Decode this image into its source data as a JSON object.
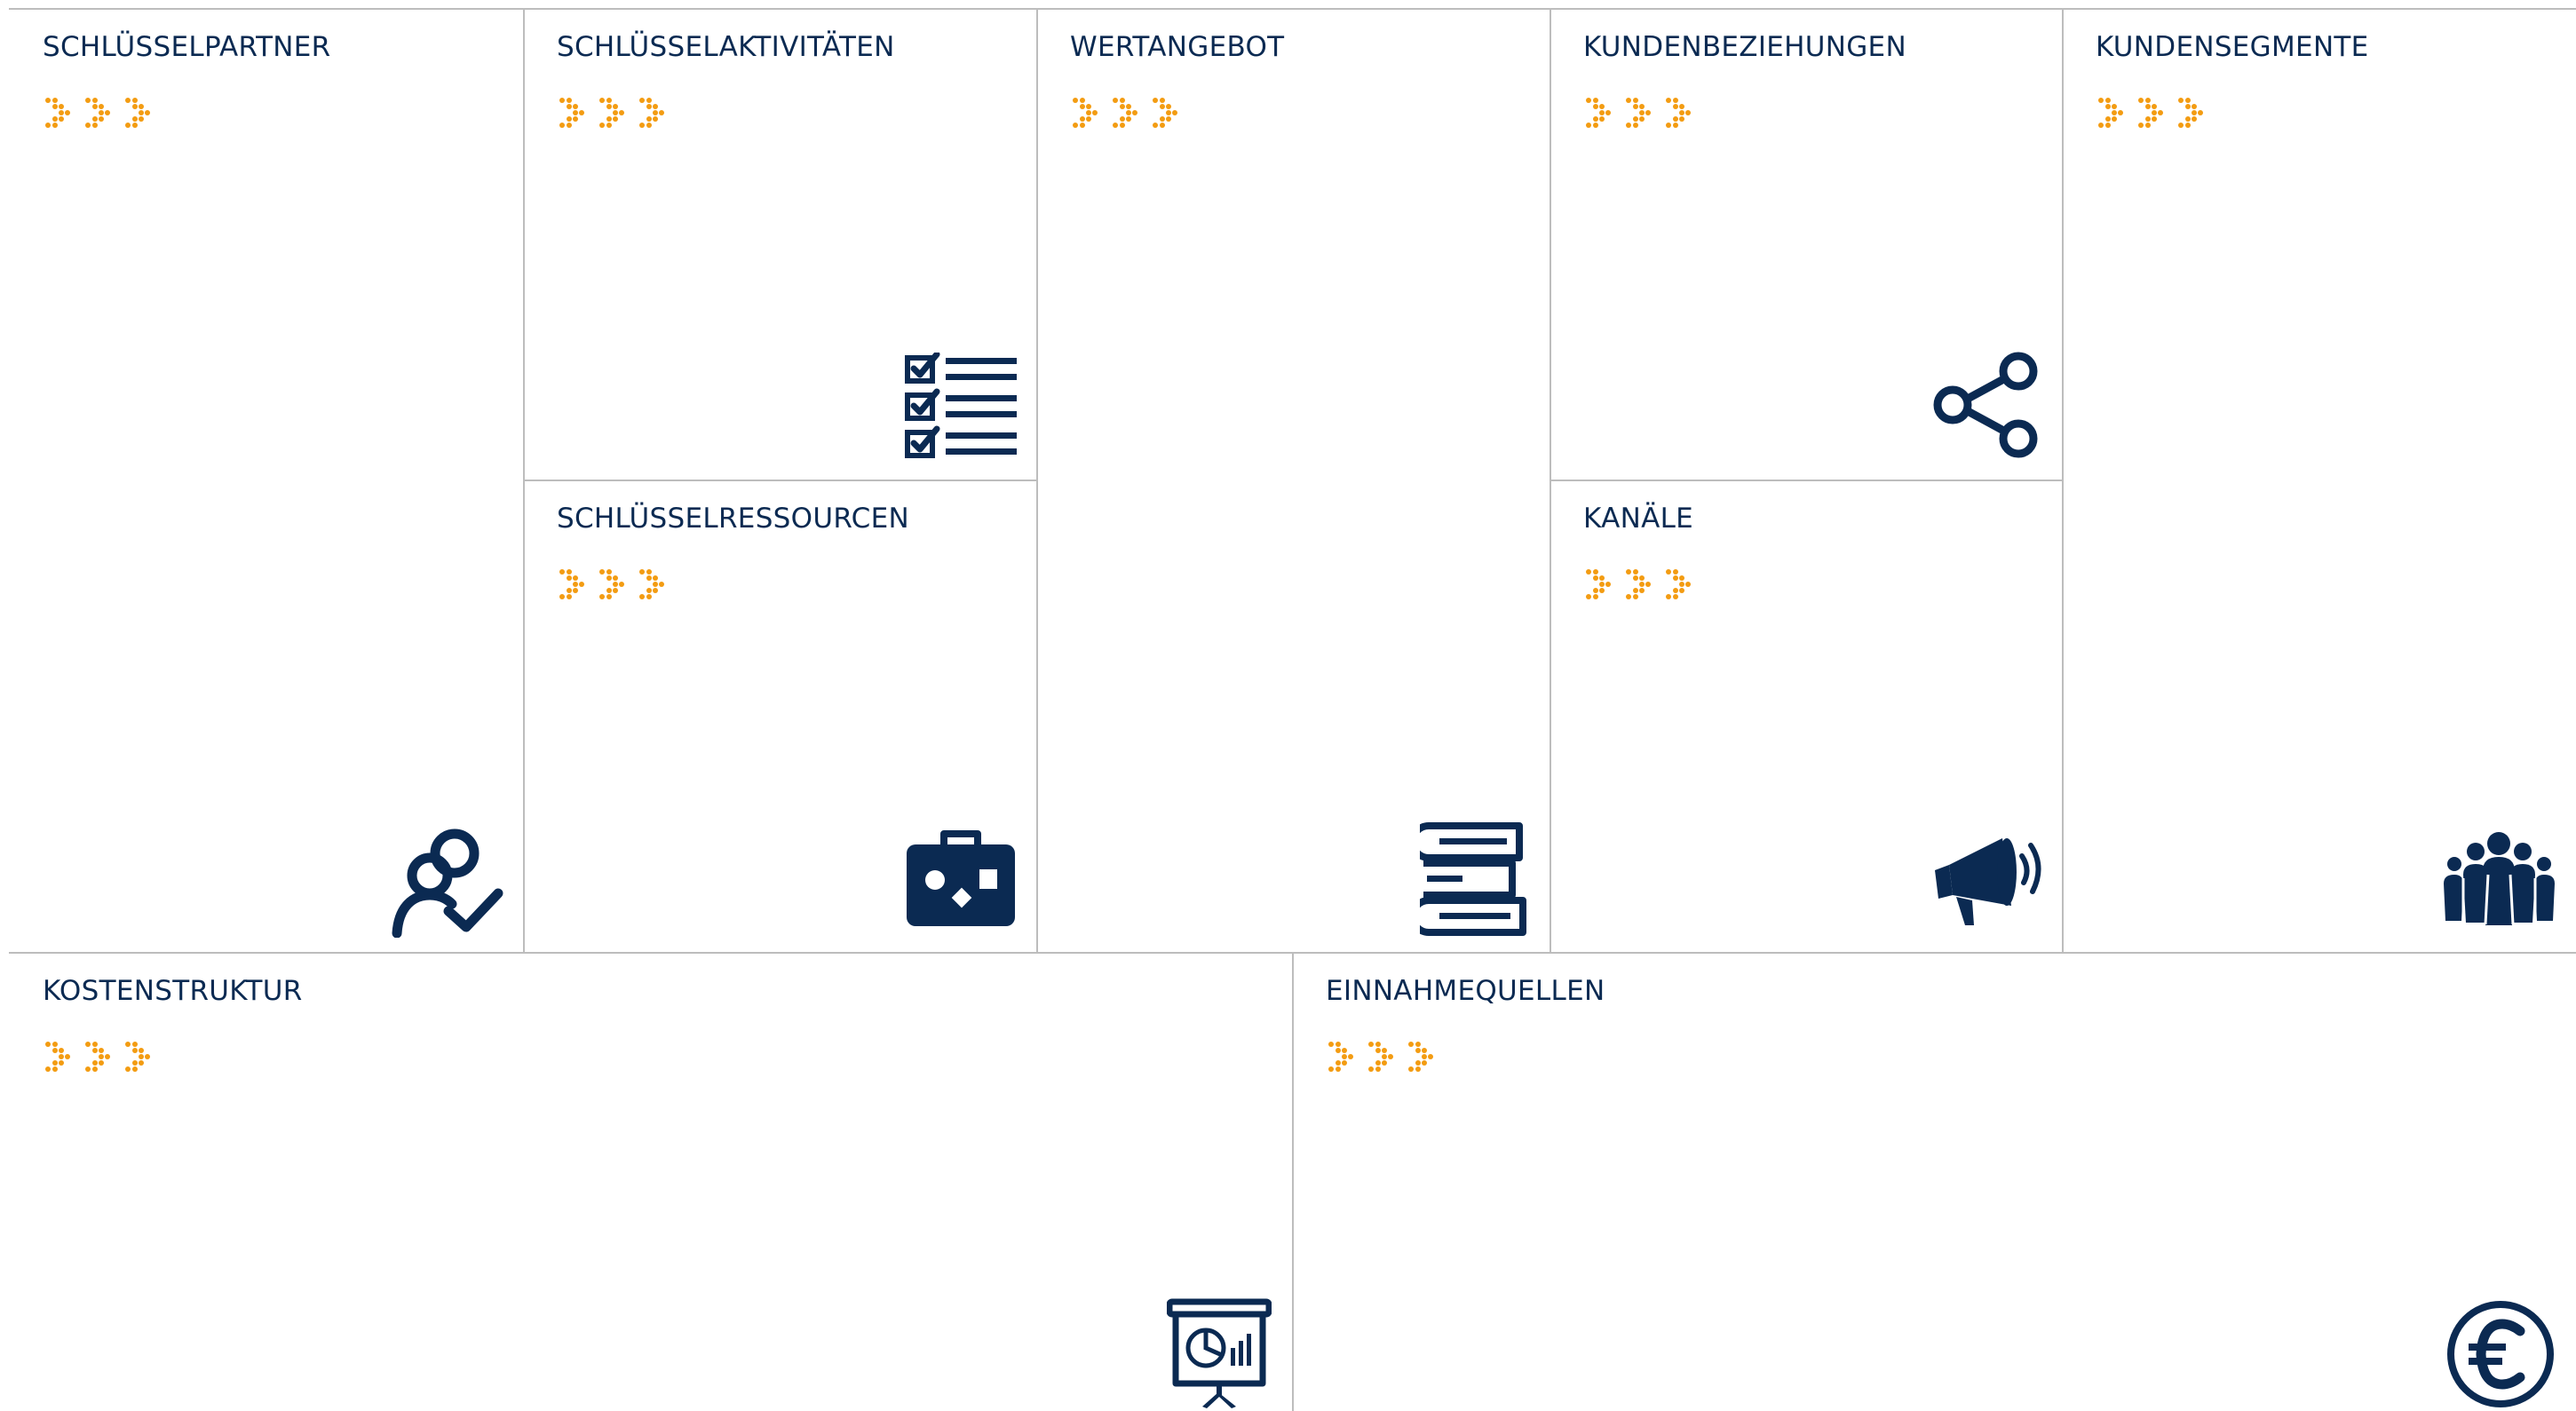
{
  "colors": {
    "accent": "#f39c12",
    "icon": "#0b2a52",
    "text": "#0b2a52",
    "border": "#bdbdbd"
  },
  "blocks": {
    "key_partners": {
      "title": "SCHLÜSSELPARTNER",
      "icon": "partner-search-check-icon"
    },
    "key_activities": {
      "title": "SCHLÜSSELAKTIVITÄTEN",
      "icon": "checklist-icon"
    },
    "key_resources": {
      "title": "SCHLÜSSELRESSOURCEN",
      "icon": "toolbox-icon"
    },
    "value_proposition": {
      "title": "WERTANGEBOT",
      "icon": "stacked-books-icon"
    },
    "customer_relations": {
      "title": "KUNDENBEZIEHUNGEN",
      "icon": "share-icon"
    },
    "channels": {
      "title": "KANÄLE",
      "icon": "megaphone-icon"
    },
    "customer_segments": {
      "title": "KUNDENSEGMENTE",
      "icon": "group-people-icon"
    },
    "cost_structure": {
      "title": "KOSTENSTRUKTUR",
      "icon": "presentation-chart-icon"
    },
    "revenue_streams": {
      "title": "EINNAHMEQUELLEN",
      "icon": "euro-coin-icon"
    }
  }
}
